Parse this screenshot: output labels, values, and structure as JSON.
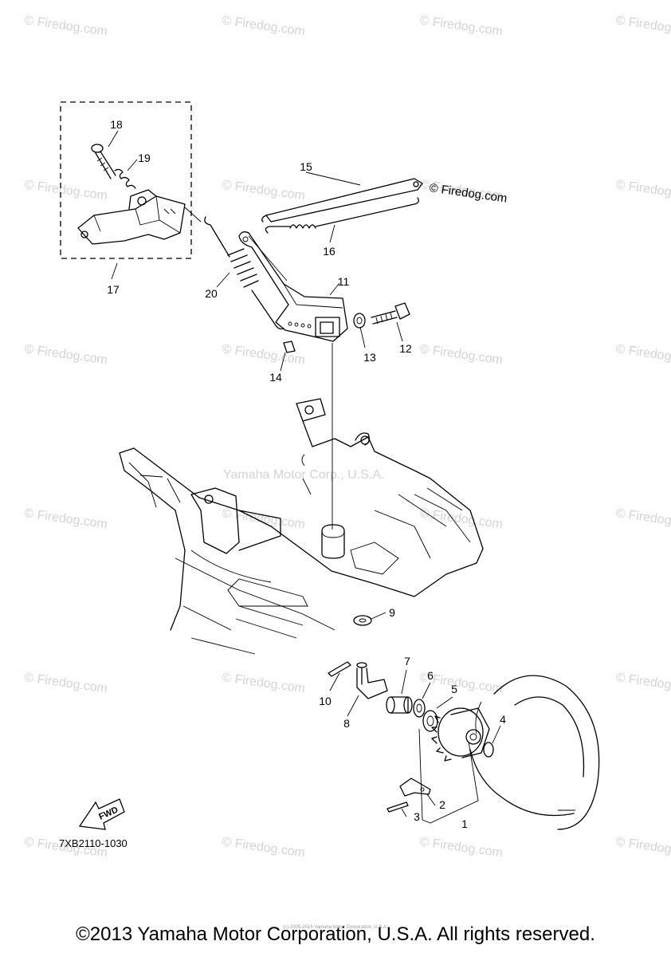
{
  "watermark": "© Firedog.com",
  "watermark_center": "Yamaha Motor Corp., U.S.A.",
  "diagram_code": "7XB2110-1030",
  "fwd_label": "FWD",
  "callouts": [
    "1",
    "2",
    "3",
    "4",
    "5",
    "6",
    "7",
    "8",
    "9",
    "10",
    "11",
    "12",
    "13",
    "14",
    "15",
    "16",
    "17",
    "18",
    "19",
    "20"
  ],
  "copyright": "©2013 Yamaha Motor Corporation, U.S.A. All rights reserved.",
  "tiny_credit": "(c) 2005-2016 Yamaha Motor Corporation, U.S.A."
}
